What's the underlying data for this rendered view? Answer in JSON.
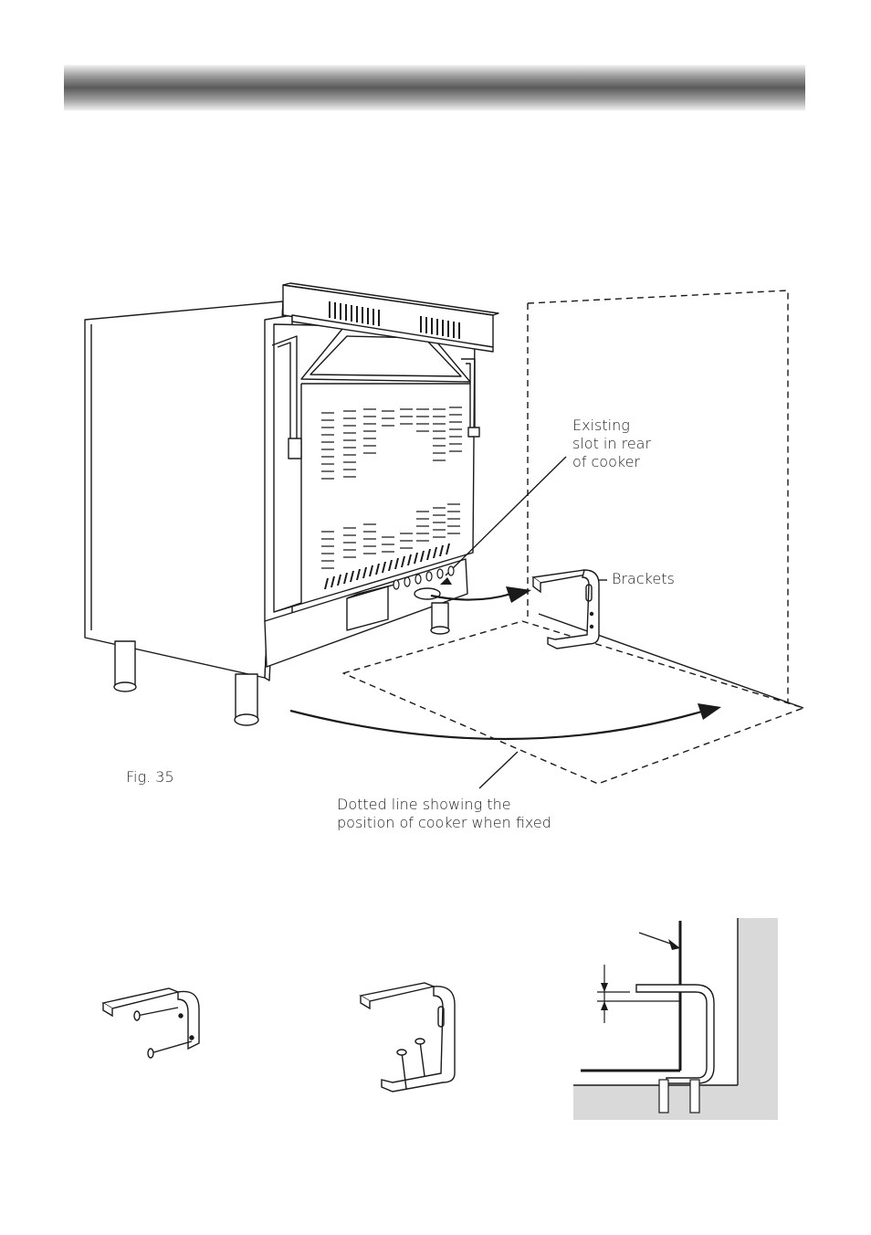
{
  "figure": {
    "number_label": "Fig. 35",
    "slot_label_lines": [
      "Existing",
      "slot in rear",
      "of cooker"
    ],
    "brackets_label": "Brackets",
    "dotted_label_lines": [
      "Dotted line showing the",
      "position of cooker when fixed"
    ]
  },
  "colors": {
    "header_dark": "#5a5a5a",
    "wall_grey": "#d9d9d9",
    "line": "#1a1a1a"
  }
}
